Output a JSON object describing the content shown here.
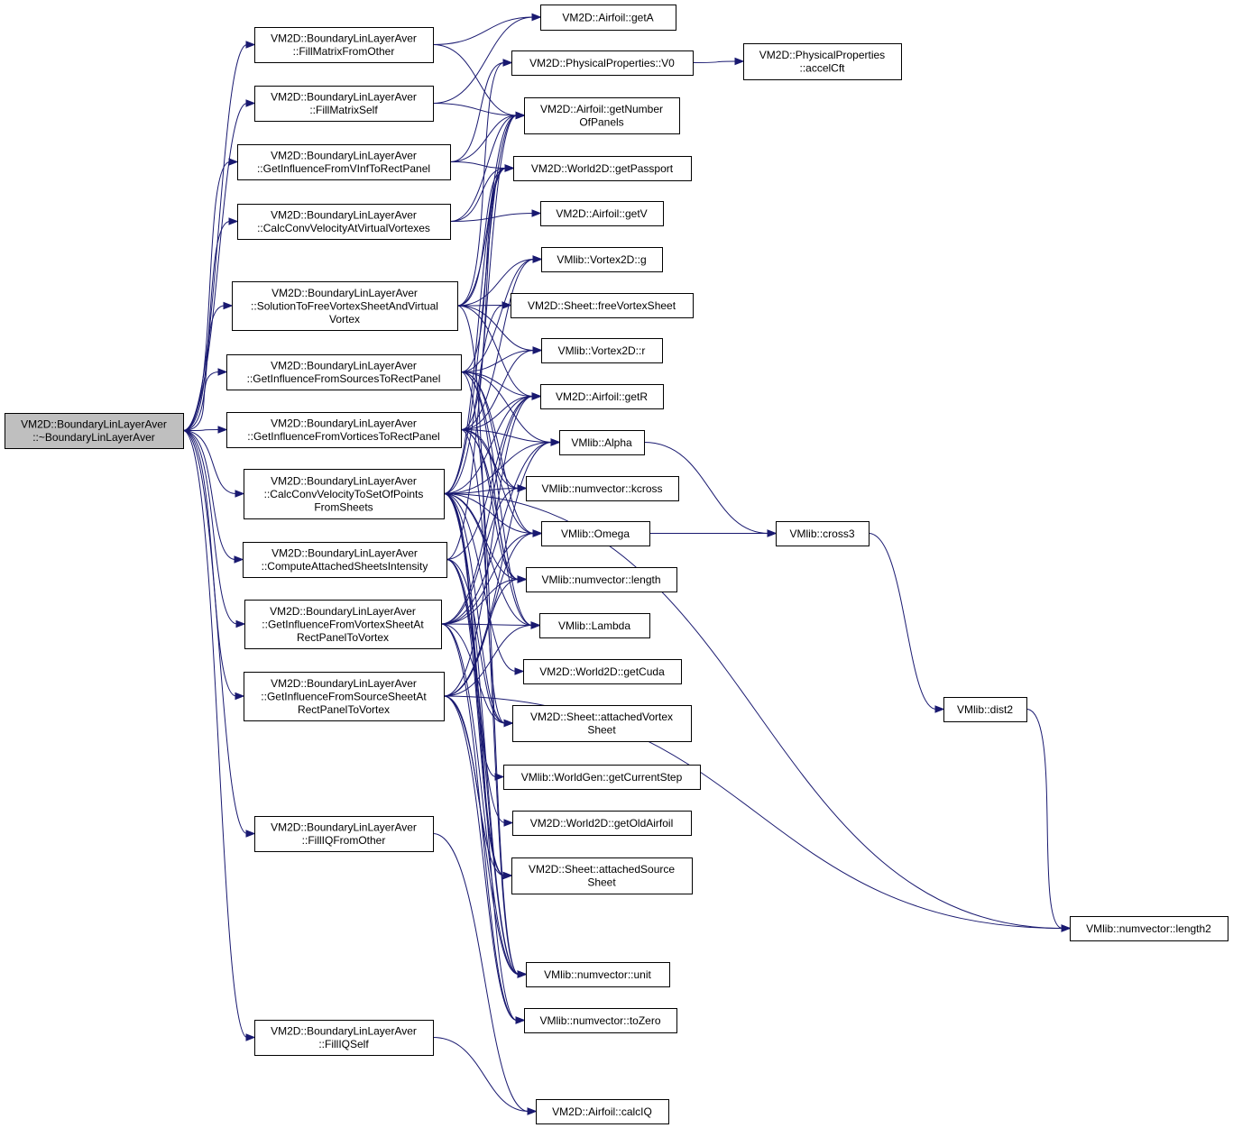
{
  "nodes": [
    {
      "id": "root",
      "lines": [
        "VM2D::BoundaryLinLayerAver",
        "::~BoundaryLinLayerAver"
      ],
      "root": true
    },
    {
      "id": "fillMatrixFromOther",
      "lines": [
        "VM2D::BoundaryLinLayerAver",
        "::FillMatrixFromOther"
      ]
    },
    {
      "id": "fillMatrixSelf",
      "lines": [
        "VM2D::BoundaryLinLayerAver",
        "::FillMatrixSelf"
      ]
    },
    {
      "id": "getInfluenceFromVInf",
      "lines": [
        "VM2D::BoundaryLinLayerAver",
        "::GetInfluenceFromVInfToRectPanel"
      ]
    },
    {
      "id": "calcConvVirtual",
      "lines": [
        "VM2D::BoundaryLinLayerAver",
        "::CalcConvVelocityAtVirtualVortexes"
      ]
    },
    {
      "id": "solutionToFree",
      "lines": [
        "VM2D::BoundaryLinLayerAver",
        "::SolutionToFreeVortexSheetAndVirtual",
        "Vortex"
      ]
    },
    {
      "id": "getInfluenceFromSources",
      "lines": [
        "VM2D::BoundaryLinLayerAver",
        "::GetInfluenceFromSourcesToRectPanel"
      ]
    },
    {
      "id": "getInfluenceFromVortices",
      "lines": [
        "VM2D::BoundaryLinLayerAver",
        "::GetInfluenceFromVorticesToRectPanel"
      ]
    },
    {
      "id": "calcConvSetOfPoints",
      "lines": [
        "VM2D::BoundaryLinLayerAver",
        "::CalcConvVelocityToSetOfPoints",
        "FromSheets"
      ]
    },
    {
      "id": "computeAttached",
      "lines": [
        "VM2D::BoundaryLinLayerAver",
        "::ComputeAttachedSheetsIntensity"
      ]
    },
    {
      "id": "getInfluenceVortexSheet",
      "lines": [
        "VM2D::BoundaryLinLayerAver",
        "::GetInfluenceFromVortexSheetAt",
        "RectPanelToVortex"
      ]
    },
    {
      "id": "getInfluenceSourceSheet",
      "lines": [
        "VM2D::BoundaryLinLayerAver",
        "::GetInfluenceFromSourceSheetAt",
        "RectPanelToVortex"
      ]
    },
    {
      "id": "fillIQFromOther",
      "lines": [
        "VM2D::BoundaryLinLayerAver",
        "::FillIQFromOther"
      ]
    },
    {
      "id": "fillIQSelf",
      "lines": [
        "VM2D::BoundaryLinLayerAver",
        "::FillIQSelf"
      ]
    },
    {
      "id": "getA",
      "lines": [
        "VM2D::Airfoil::getA"
      ]
    },
    {
      "id": "V0",
      "lines": [
        "VM2D::PhysicalProperties::V0"
      ]
    },
    {
      "id": "accelCft",
      "lines": [
        "VM2D::PhysicalProperties",
        "::accelCft"
      ]
    },
    {
      "id": "getNumberOfPanels",
      "lines": [
        "VM2D::Airfoil::getNumber",
        "OfPanels"
      ]
    },
    {
      "id": "getPassport",
      "lines": [
        "VM2D::World2D::getPassport"
      ]
    },
    {
      "id": "getV",
      "lines": [
        "VM2D::Airfoil::getV"
      ]
    },
    {
      "id": "vortexG",
      "lines": [
        "VMlib::Vortex2D::g"
      ]
    },
    {
      "id": "freeVortexSheet",
      "lines": [
        "VM2D::Sheet::freeVortexSheet"
      ]
    },
    {
      "id": "vortexR",
      "lines": [
        "VMlib::Vortex2D::r"
      ]
    },
    {
      "id": "getR",
      "lines": [
        "VM2D::Airfoil::getR"
      ]
    },
    {
      "id": "alpha",
      "lines": [
        "VMlib::Alpha"
      ]
    },
    {
      "id": "kcross",
      "lines": [
        "VMlib::numvector::kcross"
      ]
    },
    {
      "id": "omega",
      "lines": [
        "VMlib::Omega"
      ]
    },
    {
      "id": "cross3",
      "lines": [
        "VMlib::cross3"
      ]
    },
    {
      "id": "length",
      "lines": [
        "VMlib::numvector::length"
      ]
    },
    {
      "id": "lambda",
      "lines": [
        "VMlib::Lambda"
      ]
    },
    {
      "id": "getCuda",
      "lines": [
        "VM2D::World2D::getCuda"
      ]
    },
    {
      "id": "attachedVortexSheet",
      "lines": [
        "VM2D::Sheet::attachedVortex",
        "Sheet"
      ]
    },
    {
      "id": "getCurrentStep",
      "lines": [
        "VMlib::WorldGen::getCurrentStep"
      ]
    },
    {
      "id": "getOldAirfoil",
      "lines": [
        "VM2D::World2D::getOldAirfoil"
      ]
    },
    {
      "id": "attachedSourceSheet",
      "lines": [
        "VM2D::Sheet::attachedSource",
        "Sheet"
      ]
    },
    {
      "id": "dist2",
      "lines": [
        "VMlib::dist2"
      ]
    },
    {
      "id": "length2",
      "lines": [
        "VMlib::numvector::length2"
      ]
    },
    {
      "id": "unit",
      "lines": [
        "VMlib::numvector::unit"
      ]
    },
    {
      "id": "toZero",
      "lines": [
        "VMlib::numvector::toZero"
      ]
    },
    {
      "id": "calcIQ",
      "lines": [
        "VM2D::Airfoil::calcIQ"
      ]
    }
  ],
  "edges": [
    [
      "root",
      "fillMatrixFromOther"
    ],
    [
      "root",
      "fillMatrixSelf"
    ],
    [
      "root",
      "getInfluenceFromVInf"
    ],
    [
      "root",
      "calcConvVirtual"
    ],
    [
      "root",
      "solutionToFree"
    ],
    [
      "root",
      "getInfluenceFromSources"
    ],
    [
      "root",
      "getInfluenceFromVortices"
    ],
    [
      "root",
      "calcConvSetOfPoints"
    ],
    [
      "root",
      "computeAttached"
    ],
    [
      "root",
      "getInfluenceVortexSheet"
    ],
    [
      "root",
      "getInfluenceSourceSheet"
    ],
    [
      "root",
      "fillIQFromOther"
    ],
    [
      "root",
      "fillIQSelf"
    ],
    [
      "fillMatrixFromOther",
      "getA"
    ],
    [
      "fillMatrixFromOther",
      "getNumberOfPanels"
    ],
    [
      "fillMatrixSelf",
      "getA"
    ],
    [
      "fillMatrixSelf",
      "getNumberOfPanels"
    ],
    [
      "getInfluenceFromVInf",
      "V0"
    ],
    [
      "getInfluenceFromVInf",
      "getNumberOfPanels"
    ],
    [
      "getInfluenceFromVInf",
      "getPassport"
    ],
    [
      "calcConvVirtual",
      "getNumberOfPanels"
    ],
    [
      "calcConvVirtual",
      "getPassport"
    ],
    [
      "calcConvVirtual",
      "getV"
    ],
    [
      "solutionToFree",
      "V0"
    ],
    [
      "solutionToFree",
      "getNumberOfPanels"
    ],
    [
      "solutionToFree",
      "getPassport"
    ],
    [
      "solutionToFree",
      "vortexG"
    ],
    [
      "solutionToFree",
      "freeVortexSheet"
    ],
    [
      "solutionToFree",
      "vortexR"
    ],
    [
      "solutionToFree",
      "getR"
    ],
    [
      "solutionToFree",
      "attachedVortexSheet"
    ],
    [
      "getInfluenceFromSources",
      "vortexG"
    ],
    [
      "getInfluenceFromSources",
      "vortexR"
    ],
    [
      "getInfluenceFromSources",
      "getR"
    ],
    [
      "getInfluenceFromSources",
      "alpha"
    ],
    [
      "getInfluenceFromSources",
      "omega"
    ],
    [
      "getInfluenceFromSources",
      "lambda"
    ],
    [
      "getInfluenceFromSources",
      "length"
    ],
    [
      "getInfluenceFromSources",
      "kcross"
    ],
    [
      "getInfluenceFromSources",
      "getPassport"
    ],
    [
      "getInfluenceFromSources",
      "unit"
    ],
    [
      "getInfluenceFromVortices",
      "vortexG"
    ],
    [
      "getInfluenceFromVortices",
      "vortexR"
    ],
    [
      "getInfluenceFromVortices",
      "getR"
    ],
    [
      "getInfluenceFromVortices",
      "alpha"
    ],
    [
      "getInfluenceFromVortices",
      "omega"
    ],
    [
      "getInfluenceFromVortices",
      "lambda"
    ],
    [
      "getInfluenceFromVortices",
      "length"
    ],
    [
      "getInfluenceFromVortices",
      "kcross"
    ],
    [
      "getInfluenceFromVortices",
      "getPassport"
    ],
    [
      "getInfluenceFromVortices",
      "unit"
    ],
    [
      "calcConvSetOfPoints",
      "getNumberOfPanels"
    ],
    [
      "calcConvSetOfPoints",
      "getPassport"
    ],
    [
      "calcConvSetOfPoints",
      "freeVortexSheet"
    ],
    [
      "calcConvSetOfPoints",
      "getR"
    ],
    [
      "calcConvSetOfPoints",
      "alpha"
    ],
    [
      "calcConvSetOfPoints",
      "kcross"
    ],
    [
      "calcConvSetOfPoints",
      "omega"
    ],
    [
      "calcConvSetOfPoints",
      "length"
    ],
    [
      "calcConvSetOfPoints",
      "lambda"
    ],
    [
      "calcConvSetOfPoints",
      "getCuda"
    ],
    [
      "calcConvSetOfPoints",
      "attachedVortexSheet"
    ],
    [
      "calcConvSetOfPoints",
      "getCurrentStep"
    ],
    [
      "calcConvSetOfPoints",
      "attachedSourceSheet"
    ],
    [
      "calcConvSetOfPoints",
      "unit"
    ],
    [
      "calcConvSetOfPoints",
      "toZero"
    ],
    [
      "calcConvSetOfPoints",
      "length2"
    ],
    [
      "computeAttached",
      "getNumberOfPanels"
    ],
    [
      "computeAttached",
      "getR"
    ],
    [
      "computeAttached",
      "getOldAirfoil"
    ],
    [
      "computeAttached",
      "attachedVortexSheet"
    ],
    [
      "computeAttached",
      "attachedSourceSheet"
    ],
    [
      "computeAttached",
      "unit"
    ],
    [
      "getInfluenceVortexSheet",
      "getR"
    ],
    [
      "getInfluenceVortexSheet",
      "alpha"
    ],
    [
      "getInfluenceVortexSheet",
      "kcross"
    ],
    [
      "getInfluenceVortexSheet",
      "omega"
    ],
    [
      "getInfluenceVortexSheet",
      "length"
    ],
    [
      "getInfluenceVortexSheet",
      "lambda"
    ],
    [
      "getInfluenceVortexSheet",
      "attachedVortexSheet"
    ],
    [
      "getInfluenceVortexSheet",
      "unit"
    ],
    [
      "getInfluenceVortexSheet",
      "toZero"
    ],
    [
      "getInfluenceSourceSheet",
      "getR"
    ],
    [
      "getInfluenceSourceSheet",
      "alpha"
    ],
    [
      "getInfluenceSourceSheet",
      "omega"
    ],
    [
      "getInfluenceSourceSheet",
      "length"
    ],
    [
      "getInfluenceSourceSheet",
      "lambda"
    ],
    [
      "getInfluenceSourceSheet",
      "attachedSourceSheet"
    ],
    [
      "getInfluenceSourceSheet",
      "unit"
    ],
    [
      "getInfluenceSourceSheet",
      "toZero"
    ],
    [
      "getInfluenceSourceSheet",
      "length2"
    ],
    [
      "fillIQFromOther",
      "calcIQ"
    ],
    [
      "fillIQSelf",
      "calcIQ"
    ],
    [
      "V0",
      "accelCft"
    ],
    [
      "alpha",
      "cross3"
    ],
    [
      "omega",
      "cross3"
    ],
    [
      "cross3",
      "dist2"
    ],
    [
      "dist2",
      "length2"
    ]
  ]
}
